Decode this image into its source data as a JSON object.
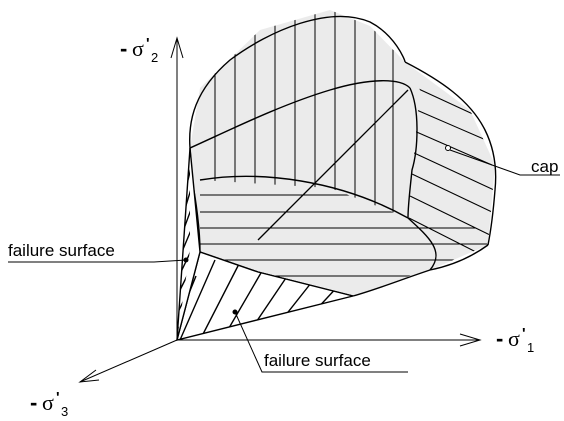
{
  "axes": {
    "sigma2": {
      "minus": "-",
      "symbol": "σ",
      "prime": "'",
      "subscript": "2"
    },
    "sigma1": {
      "minus": "-",
      "symbol": "σ",
      "prime": "'",
      "subscript": "1"
    },
    "sigma3": {
      "minus": "-",
      "symbol": "σ",
      "prime": "'",
      "subscript": "3"
    }
  },
  "labels": {
    "cap": "cap",
    "failure_surface_left": "failure surface",
    "failure_surface_bottom": "failure surface"
  },
  "colors": {
    "surface_fill": "#ebebeb",
    "line": "#000000",
    "background": "#ffffff"
  }
}
